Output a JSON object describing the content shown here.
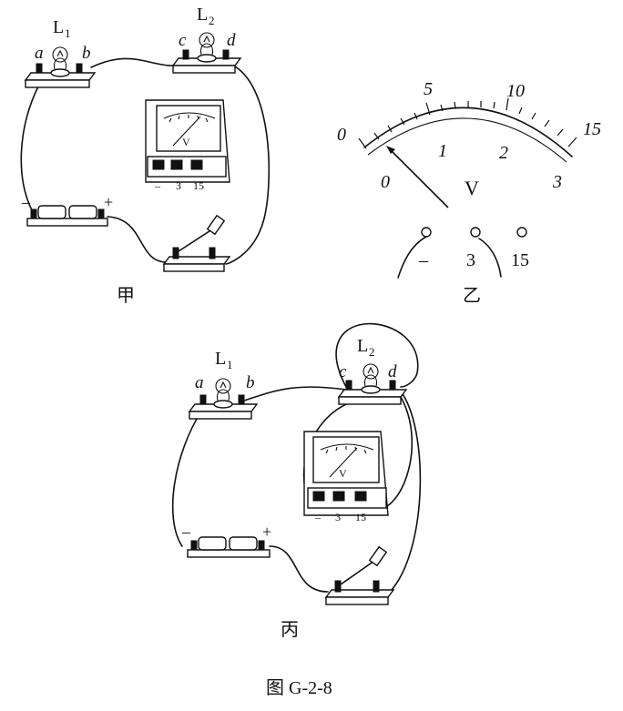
{
  "diagram_jia": {
    "caption": "甲",
    "lamp1": {
      "name": "L",
      "sub": "1",
      "left_terminal": "a",
      "right_terminal": "b"
    },
    "lamp2": {
      "name": "L",
      "sub": "2",
      "left_terminal": "c",
      "right_terminal": "d"
    },
    "voltmeter": {
      "unit": "V",
      "terminals": [
        "–",
        "3",
        "15"
      ]
    },
    "battery": {
      "neg": "–",
      "pos": "+"
    }
  },
  "diagram_yi": {
    "caption": "乙",
    "outer_scale": [
      "0",
      "5",
      "10",
      "15"
    ],
    "inner_scale": [
      "0",
      "1",
      "2",
      "3"
    ],
    "unit": "V",
    "terminals": [
      "–",
      "3",
      "15"
    ],
    "needle_reading_small_divisions": 2
  },
  "diagram_bing": {
    "caption": "丙",
    "lamp1": {
      "name": "L",
      "sub": "1",
      "left_terminal": "a",
      "right_terminal": "b"
    },
    "lamp2": {
      "name": "L",
      "sub": "2",
      "left_terminal": "c",
      "right_terminal": "d"
    },
    "voltmeter": {
      "unit": "V",
      "terminals": [
        "–",
        "3",
        "15"
      ]
    },
    "battery": {
      "neg": "–",
      "pos": "+"
    }
  },
  "figure_caption": "图 G-2-8"
}
